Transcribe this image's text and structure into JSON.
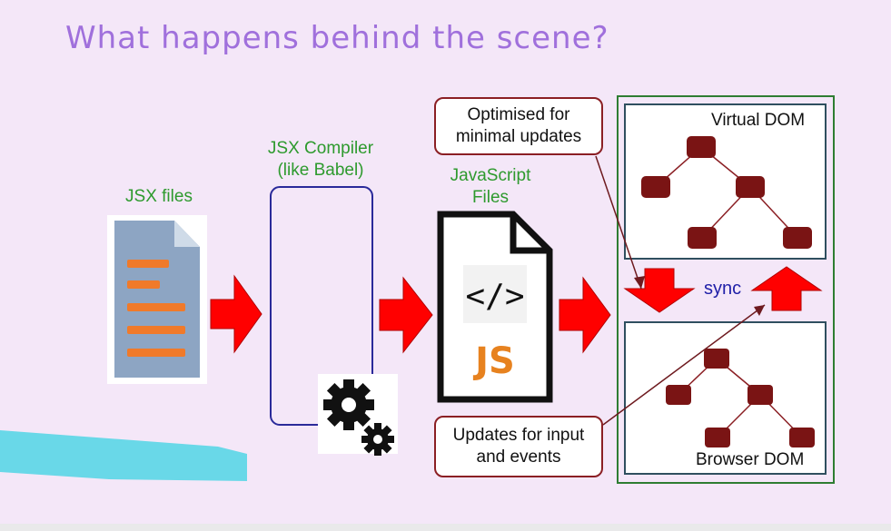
{
  "title": "What happens behind the scene?",
  "labels": {
    "jsx_files": "JSX files",
    "compiler_line1": "JSX Compiler",
    "compiler_line2": "(like Babel)",
    "js_files_line1": "JavaScript",
    "js_files_line2": "Files",
    "js_icon_code": "</>",
    "js_icon_text": "JS",
    "sync": "sync",
    "virtual_dom": "Virtual DOM",
    "browser_dom": "Browser DOM"
  },
  "callouts": {
    "optimised_line1": "Optimised for",
    "optimised_line2": "minimal updates",
    "updates_line1": "Updates for input",
    "updates_line2": "and events"
  },
  "icons": [
    "document-icon",
    "gears-icon",
    "js-file-icon",
    "arrow-right-icon",
    "arrow-down-icon",
    "arrow-up-icon",
    "tree-icon"
  ],
  "colors": {
    "title": "#a070dc",
    "label_green": "#2e9a2e",
    "arrow_red": "#ff0000",
    "callout_border": "#8b1f24",
    "tree_node": "#7a1414",
    "dom_border_outer": "#2e7d32",
    "dom_border_inner": "#2f4f5f",
    "sync_text": "#2020a8"
  }
}
